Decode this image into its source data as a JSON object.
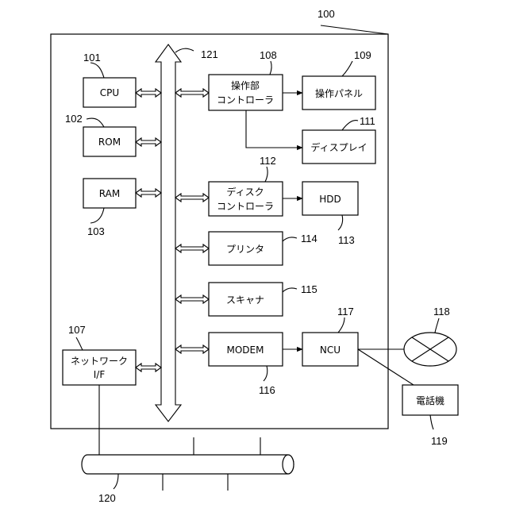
{
  "refs": {
    "device": "100",
    "cpu": "101",
    "rom": "102",
    "ram": "103",
    "network_if": "107",
    "op_controller": "108",
    "op_panel": "109",
    "display": "111",
    "disk_controller": "112",
    "hdd": "113",
    "printer": "114",
    "scanner": "115",
    "modem": "116",
    "ncu": "117",
    "line": "118",
    "telephone": "119",
    "network": "120",
    "bus": "121"
  },
  "blocks": {
    "cpu": "CPU",
    "rom": "ROM",
    "ram": "RAM",
    "network_if_line1": "ネットワーク",
    "network_if_line2": "I/F",
    "op_controller_line1": "操作部",
    "op_controller_line2": "コントローラ",
    "op_panel": "操作パネル",
    "display": "ディスプレイ",
    "disk_controller_line1": "ディスク",
    "disk_controller_line2": "コントローラ",
    "hdd": "HDD",
    "printer": "プリンタ",
    "scanner": "スキャナ",
    "modem": "MODEM",
    "ncu": "NCU",
    "telephone": "電話機"
  }
}
